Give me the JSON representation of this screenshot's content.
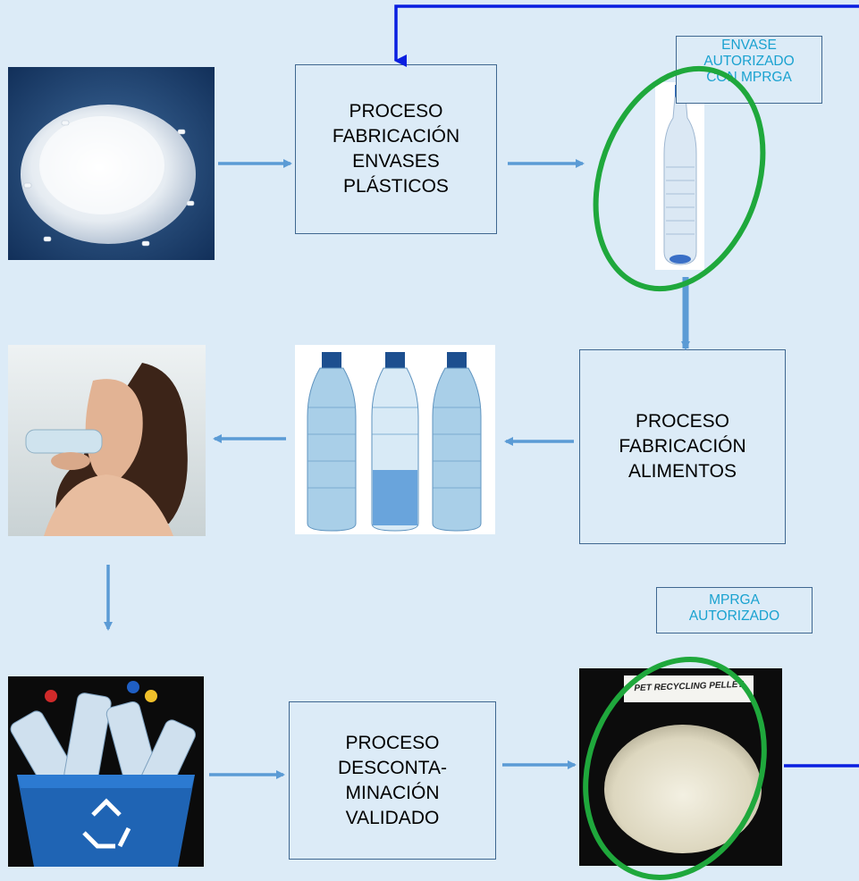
{
  "boxes": {
    "plastic_manufacturing": "PROCESO\nFABRICACIÓN\nENVASES\nPLÁSTICOS",
    "food_manufacturing": "PROCESO\nFABRICACIÓN\nALIMENTOS",
    "decontamination": "PROCESO\nDESCONTA-\nMINACIÓN\nVALIDADO"
  },
  "labels": {
    "authorized_container": "ENVASE\nAUTORIZADO\nCON MPRGA",
    "authorized_mprga": "MPRGA\nAUTORIZADO"
  },
  "images": {
    "pellet_photo_text": "PET RECYCLING PELLET"
  },
  "colors": {
    "background": "#dcebf7",
    "box_border": "#3f6790",
    "arrow": "#5b9bd5",
    "feedback_arrow": "#0a1fe0",
    "highlight_ellipse": "#1fa83c",
    "label_text": "#1aa2d0"
  }
}
